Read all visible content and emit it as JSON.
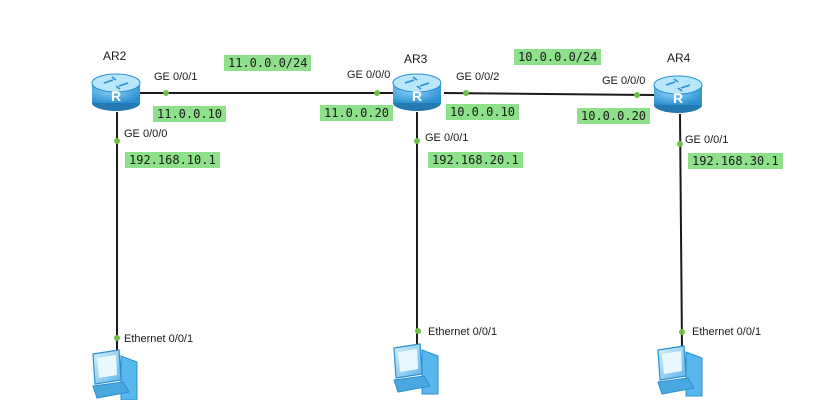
{
  "colors": {
    "address_highlight": "#8fe08a",
    "link": "#1a1a1a",
    "port_dot": "#6cc04a",
    "router_body": "#3fa3dc",
    "pc_body": "#58b7ec"
  },
  "routers": [
    {
      "name": "AR2",
      "icon": "router-icon"
    },
    {
      "name": "AR3",
      "icon": "router-icon"
    },
    {
      "name": "AR4",
      "icon": "router-icon"
    }
  ],
  "pcs": [
    {
      "port": "Ethernet 0/0/1",
      "icon": "pc-icon"
    },
    {
      "port": "Ethernet 0/0/1",
      "icon": "pc-icon"
    },
    {
      "port": "Ethernet 0/0/1",
      "icon": "pc-icon"
    }
  ],
  "links": [
    {
      "network": "11.0.0.0/24",
      "a_port": "GE 0/0/1",
      "a_ip": "11.0.0.10",
      "b_port": "GE 0/0/0",
      "b_ip": "11.0.0.20"
    },
    {
      "network": "10.0.0.0/24",
      "a_port": "GE 0/0/2",
      "a_ip": "10.0.0.10",
      "b_port": "GE 0/0/0",
      "b_ip": "10.0.0.20"
    }
  ],
  "lans": [
    {
      "router_port": "GE 0/0/0",
      "gateway_ip": "192.168.10.1"
    },
    {
      "router_port": "GE 0/0/1",
      "gateway_ip": "192.168.20.1"
    },
    {
      "router_port": "GE 0/0/1",
      "gateway_ip": "192.168.30.1"
    }
  ]
}
